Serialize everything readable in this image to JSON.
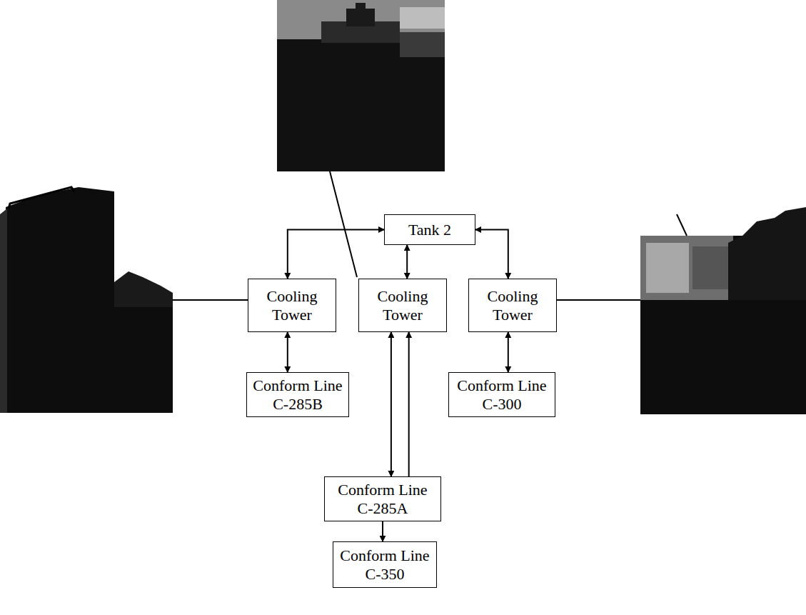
{
  "diagram": {
    "nodes": [
      {
        "text": [
          "Tank 2"
        ]
      },
      {
        "text": [
          "Cooling Tower"
        ]
      },
      {
        "text": [
          "Cooling Tower"
        ]
      },
      {
        "text": [
          "Cooling Tower"
        ]
      },
      {
        "text": [
          "Conform Line C-285B"
        ]
      },
      {
        "text": [
          "Conform Line C-300"
        ]
      },
      {
        "text": [
          "Conform Line C-285A"
        ]
      },
      {
        "text": [
          "Conform Line C-350"
        ]
      }
    ],
    "edges": [
      {
        "from": 0,
        "to": 1,
        "arrow": "both"
      },
      {
        "from": 0,
        "to": 2,
        "arrow": "both"
      },
      {
        "from": 0,
        "to": 3,
        "arrow": "both"
      },
      {
        "from": 1,
        "to": 4,
        "arrow": "both"
      },
      {
        "from": 2,
        "to": 6,
        "arrow": "both"
      },
      {
        "from": 6,
        "to": 2,
        "arrow": "to"
      },
      {
        "from": 3,
        "to": 5,
        "arrow": "both"
      },
      {
        "from": 6,
        "to": 7,
        "arrow": "to"
      }
    ]
  }
}
